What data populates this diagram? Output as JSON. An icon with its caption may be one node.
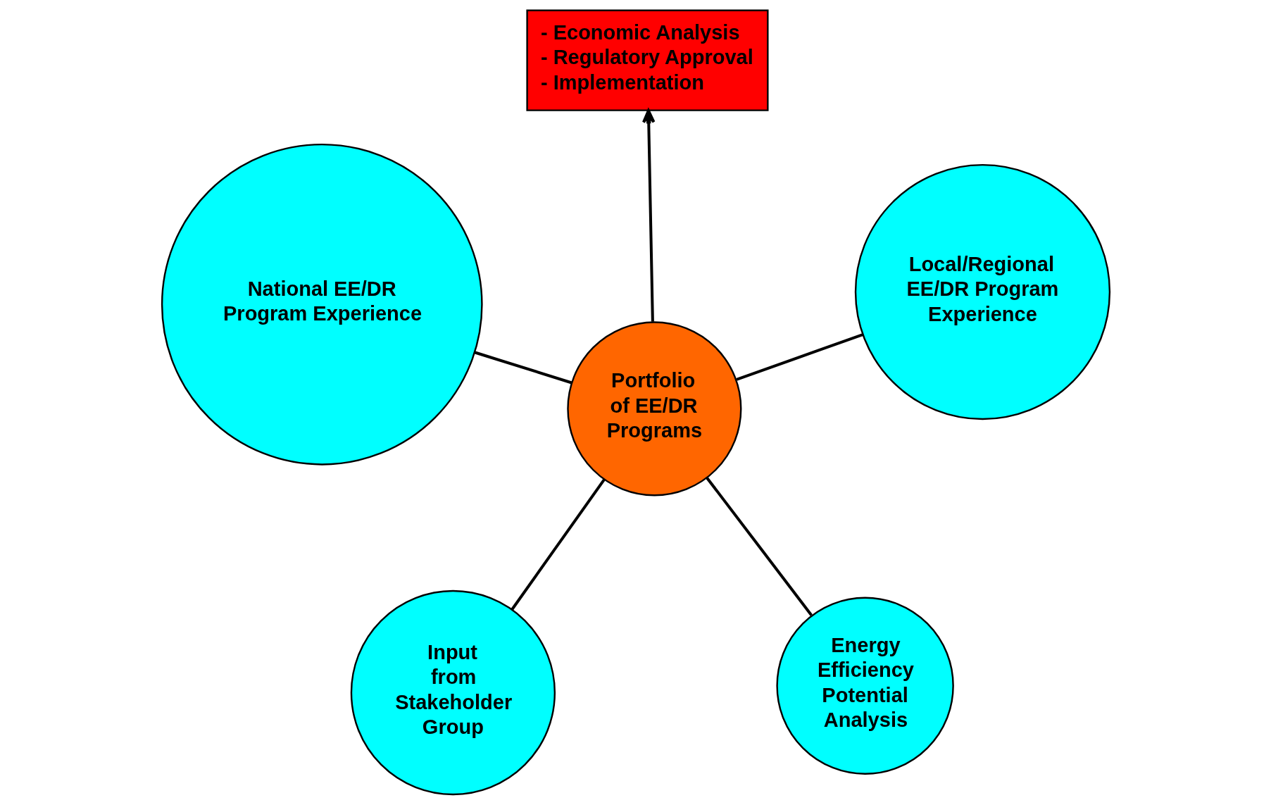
{
  "diagram": {
    "nodes": [
      {
        "text": [
          "Input from Stakeholder Group"
        ]
      },
      {
        "text": [
          "Energy Efficiency Potential Analysis"
        ]
      },
      {
        "text": [
          "Portfolio of EE/DR Programs"
        ]
      },
      {
        "text": [
          "- Economic Analysis",
          "- Regulatory Approval",
          "- Implementation"
        ]
      },
      {
        "text": [
          "Local/Regional EE/DR Program Experience"
        ]
      },
      {
        "text": [
          "National EE/DR Program Experience"
        ]
      }
    ],
    "edges": [
      {
        "from": 0,
        "to": 2,
        "arrow": "none"
      },
      {
        "from": 1,
        "to": 2,
        "arrow": "none"
      },
      {
        "from": 4,
        "to": 2,
        "arrow": "none"
      },
      {
        "from": 5,
        "to": 2,
        "arrow": "none"
      },
      {
        "from": 2,
        "to": 3,
        "arrow": "to"
      }
    ]
  }
}
